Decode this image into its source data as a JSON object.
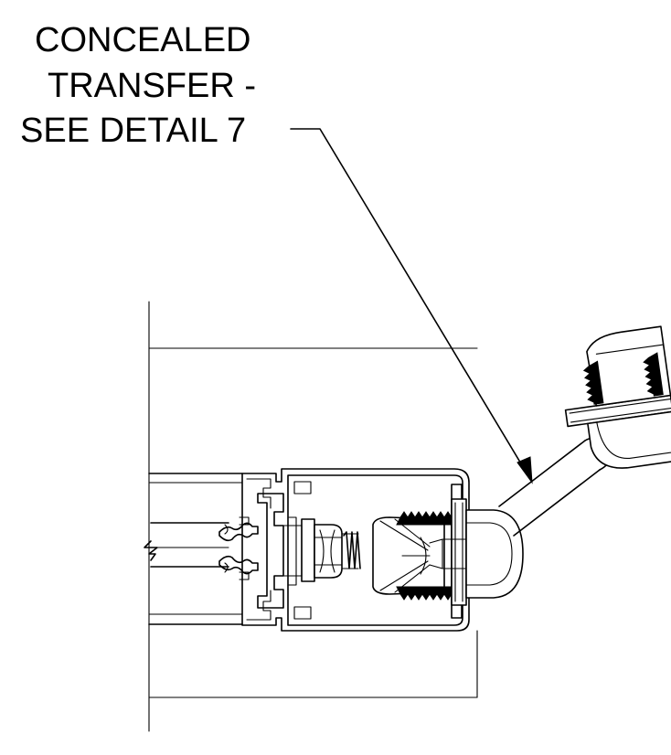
{
  "callout": {
    "lines": [
      "CONCEALED",
      "TRANSFER -",
      "SEE DETAIL 7"
    ]
  },
  "colors": {
    "line": "#000000",
    "background": "#ffffff"
  }
}
